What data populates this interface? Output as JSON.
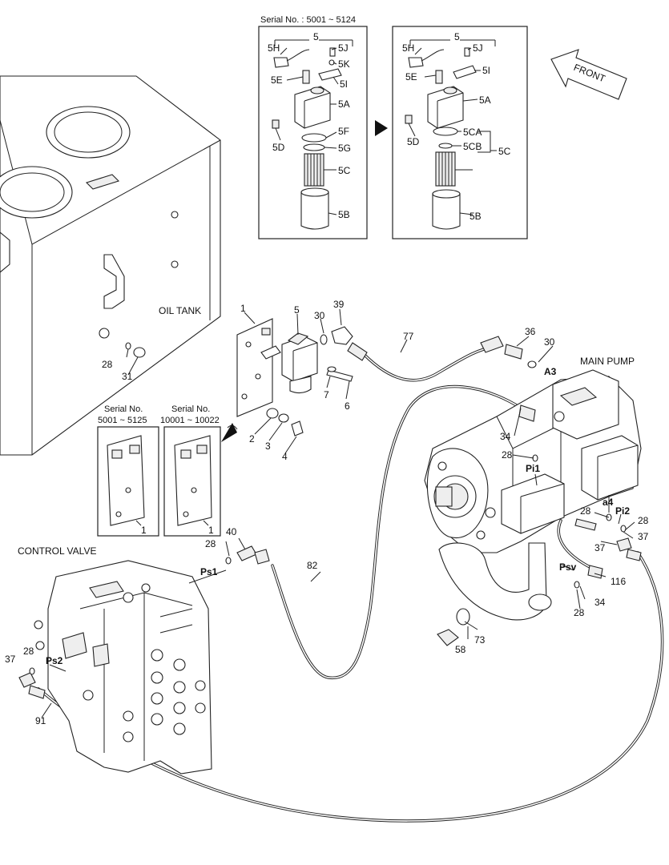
{
  "serial_top": "Serial No. : 5001 ~ 5124",
  "inset_left": {
    "title": "5",
    "labels": [
      "5H",
      "5J",
      "5K",
      "5E",
      "5I",
      "5A",
      "5F",
      "5G",
      "5D",
      "5C",
      "5B"
    ]
  },
  "inset_right": {
    "title": "5",
    "labels": [
      "5H",
      "5J",
      "5E",
      "5I",
      "5A",
      "5CA",
      "5CB",
      "5C",
      "5D",
      "5B"
    ]
  },
  "front": "FRONT",
  "oil_tank": "OIL TANK",
  "main_pump": "MAIN PUMP",
  "control_valve": "CONTROL VALVE",
  "serial_box_left": {
    "line1": "Serial No.",
    "line2": "5001 ~ 5125",
    "part": "1"
  },
  "serial_box_right": {
    "line1": "Serial No.",
    "line2": "10001 ~ 10022",
    "part": "1"
  },
  "callouts": {
    "c1": "1",
    "c5": "5",
    "c30a": "30",
    "c39": "39",
    "c77": "77",
    "c36": "36",
    "c30b": "30",
    "cA3": "A3",
    "c28a": "28",
    "c31": "31",
    "c7": "7",
    "c6": "6",
    "c2": "2",
    "c3": "3",
    "c4": "4",
    "c34a": "34",
    "c28b": "28",
    "cPi1": "Pi1",
    "ca4": "a4",
    "c28c": "28",
    "cPi2": "Pi2",
    "c28d": "28",
    "c37a": "37",
    "c37b": "37",
    "cPsv": "Psv",
    "c116": "116",
    "c34b": "34",
    "c28e": "28",
    "c58": "58",
    "c73": "73",
    "c28f": "28",
    "c40": "40",
    "cPs1": "Ps1",
    "c82": "82",
    "c37c": "37",
    "c28g": "28",
    "cPs2": "Ps2",
    "c91": "91"
  }
}
